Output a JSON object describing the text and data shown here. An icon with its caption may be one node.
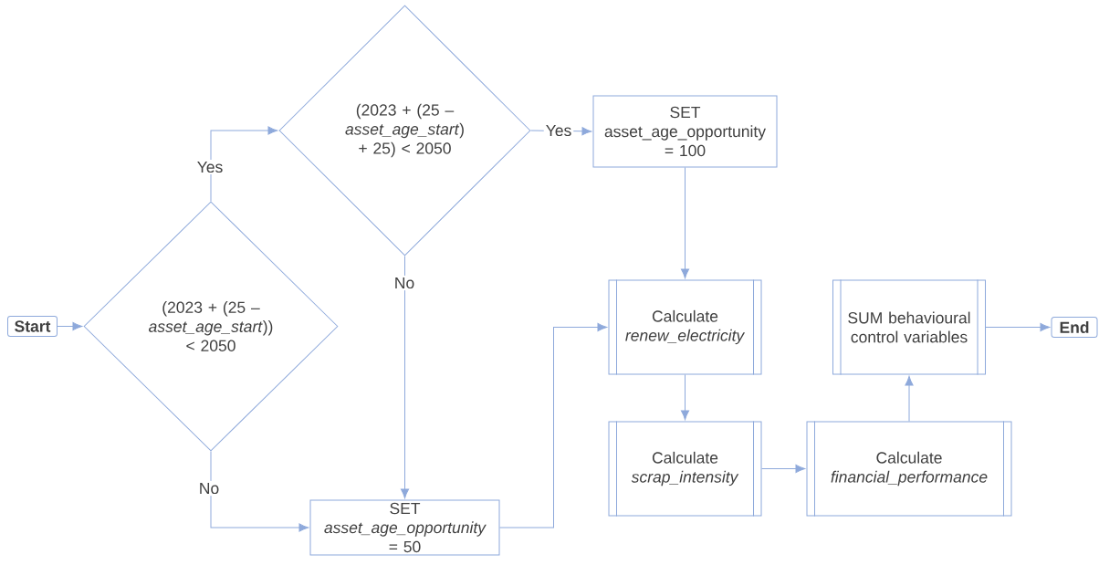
{
  "diagram": {
    "nodes": [
      {
        "text": [
          "Start"
        ]
      },
      {
        "text": [
          "(2023 + (25 – *asset_age_start*)) < 2050"
        ]
      },
      {
        "text": [
          "(2023 + (25 – *asset_age_start*) + 25) < 2050"
        ]
      },
      {
        "text": [
          "SET asset_age_opportunity = 100"
        ]
      },
      {
        "text": [
          "SET *asset_age_opportunity* = 50"
        ]
      },
      {
        "text": [
          "Calculate *renew_electricity*"
        ]
      },
      {
        "text": [
          "Calculate *scrap_intensity*"
        ]
      },
      {
        "text": [
          "Calculate *financial_performance*"
        ]
      },
      {
        "text": [
          "SUM behavioural control variables"
        ]
      },
      {
        "text": [
          "End"
        ]
      }
    ],
    "edges": [
      {
        "from": 0,
        "to": 1,
        "arrow": "to"
      },
      {
        "from": 1,
        "to": 2,
        "arrow": "to",
        "label": "Yes"
      },
      {
        "from": 1,
        "to": 4,
        "arrow": "to",
        "label": "No"
      },
      {
        "from": 2,
        "to": 3,
        "arrow": "to",
        "label": "Yes"
      },
      {
        "from": 2,
        "to": 4,
        "arrow": "to",
        "label": "No"
      },
      {
        "from": 4,
        "to": 5,
        "arrow": "to"
      },
      {
        "from": 3,
        "to": 5,
        "arrow": "to"
      },
      {
        "from": 5,
        "to": 6,
        "arrow": "to"
      },
      {
        "from": 6,
        "to": 7,
        "arrow": "to"
      },
      {
        "from": 7,
        "to": 8,
        "arrow": "to"
      },
      {
        "from": 8,
        "to": 9,
        "arrow": "to"
      }
    ]
  }
}
